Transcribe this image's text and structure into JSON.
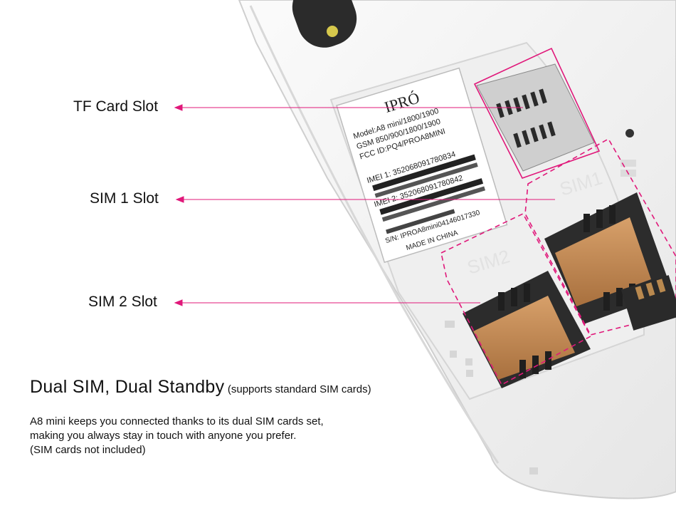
{
  "callouts": {
    "tf_card": "TF Card Slot",
    "sim1": "SIM 1 Slot",
    "sim2": "SIM 2 Slot"
  },
  "headline": {
    "main": "Dual SIM, Dual Standby",
    "note": "(supports standard SIM cards)"
  },
  "description": [
    "A8 mini keeps you connected thanks to its dual SIM cards set,",
    "making you always stay in touch with anyone you prefer.",
    "(SIM cards not included)"
  ],
  "phone_label": {
    "brand": "IPRÓ",
    "lines": [
      "Model:A8 mini/1800/1900",
      "GSM 850/900/1800/1900",
      "FCC ID:PQ4/PROA8MINI",
      "IMEI 1: 352068091780834",
      "IMEI 2: 352068091780842",
      "S/N: IPROA8mini04146017330",
      "MADE IN CHINA"
    ]
  },
  "embossed": {
    "sim1": "SIM1",
    "sim2": "SIM2"
  },
  "colors": {
    "accent": "#e0187a",
    "phone_body": "#f4f4f4",
    "text": "#111111"
  }
}
